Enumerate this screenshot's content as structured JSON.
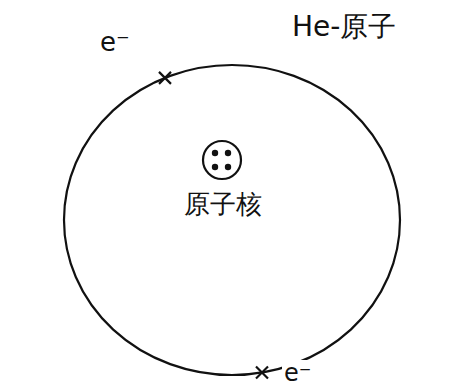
{
  "diagram": {
    "title": "He-原子",
    "labels": [
      "e⁻",
      "原子核",
      "e⁻"
    ]
  }
}
